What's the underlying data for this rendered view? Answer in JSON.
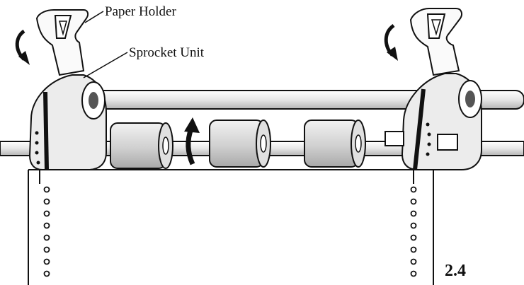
{
  "labels": {
    "paper_holder": "Paper Holder",
    "sprocket_unit": "Sprocket Unit"
  },
  "figure_number": "2.4",
  "colors": {
    "ink": "#111111",
    "paper": "#ffffff",
    "roller_shade": "#c8c8c8"
  }
}
